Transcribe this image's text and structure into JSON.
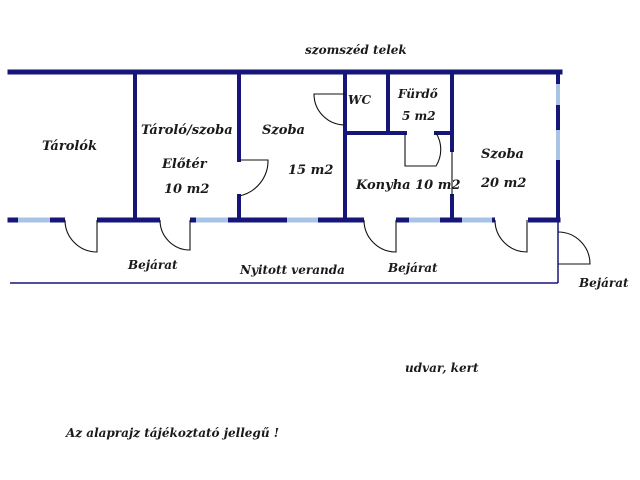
{
  "labels": {
    "neighbor": "szomszéd telek",
    "storages": "Tárolók",
    "storage_room": "Tároló/szoba",
    "hall": "Előtér",
    "hall_area": "10 m2",
    "room1": "Szoba",
    "room1_area": "15 m2",
    "wc": "WC",
    "bathroom": "Fürdő",
    "bathroom_area": "5 m2",
    "kitchen": "Konyha 10 m2",
    "room2": "Szoba",
    "room2_area": "20 m2",
    "entrance1": "Bejárat",
    "veranda": "Nyitott veranda",
    "entrance2": "Bejárat",
    "entrance3": "Bejárat",
    "yard": "udvar, kert",
    "note": "Az alaprajz tájékoztató jellegű !"
  },
  "colors": {
    "wall": "#15157a",
    "window": "#a9c3e6",
    "text": "#1a1a1a"
  }
}
